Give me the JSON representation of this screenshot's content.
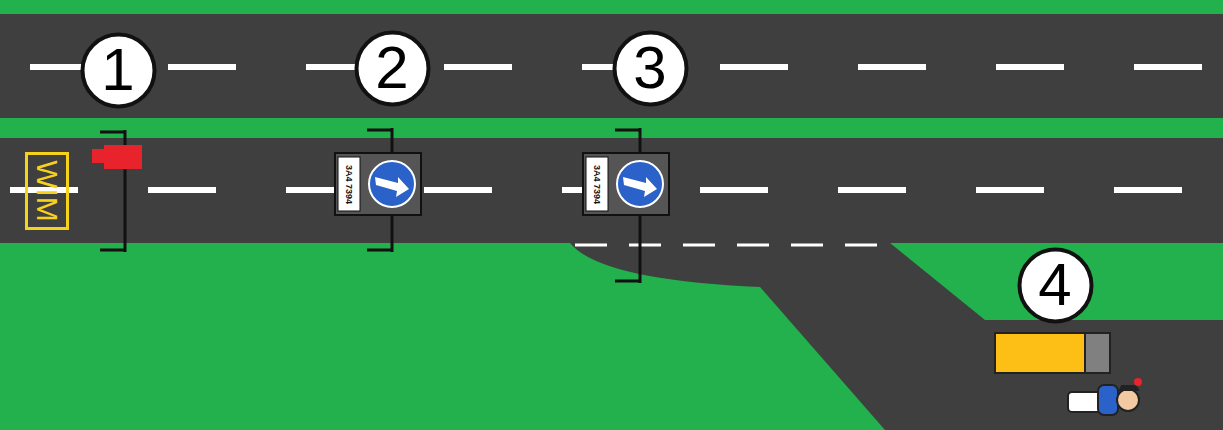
{
  "diagram": {
    "nodes": [
      {
        "text": [
          "1"
        ]
      },
      {
        "text": [
          "2"
        ]
      },
      {
        "text": [
          "3"
        ]
      },
      {
        "text": [
          "WIM"
        ]
      },
      {
        "text": [
          "4"
        ]
      }
    ],
    "labels": [
      "3A4 7394",
      "3A4 7394"
    ]
  }
}
